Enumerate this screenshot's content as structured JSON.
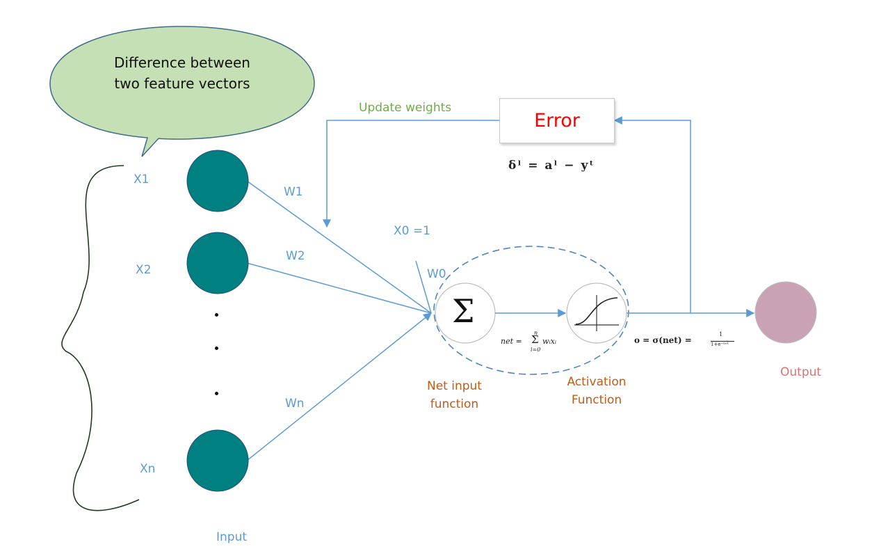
{
  "bubble": {
    "line1": "Difference between",
    "line2": "two feature vectors"
  },
  "inputs": [
    {
      "label": "X1",
      "weight": "W1"
    },
    {
      "label": "X2",
      "weight": "W2"
    },
    {
      "label": "Xn",
      "weight": "Wn"
    }
  ],
  "bias": {
    "label": "X0 =1",
    "weight": "W0"
  },
  "input_caption": "Input",
  "sum_symbol": "Σ",
  "net_input": {
    "line1": "Net input",
    "line2": "function"
  },
  "activation": {
    "line1": "Activation",
    "line2": "Function"
  },
  "output_label": "Output",
  "error_label": "Error",
  "update_label": "Update weights",
  "formulas": {
    "error": "δˡ = aˡ − yᵗ",
    "net_lhs": "net =",
    "net_sum_top": "n",
    "net_sum_bottom": "i=0",
    "net_term": "wᵢxᵢ",
    "output_lhs": "o = σ(net) =",
    "output_num": "1",
    "output_den": "1+e⁻ⁿᵉᵗ"
  },
  "colors": {
    "node": "#008080",
    "arrow": "#5B9BD5",
    "bubble_fill": "#C5E0B4",
    "output_node": "#C9A3B3",
    "brace": "#1F3B1F",
    "error_text": "#FF0000"
  }
}
